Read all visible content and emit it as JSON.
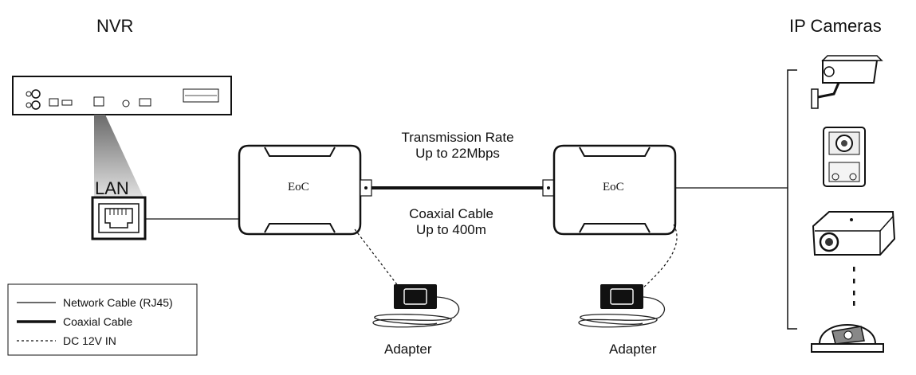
{
  "titles": {
    "nvr": "NVR",
    "cameras": "IP Cameras"
  },
  "lan_label": "LAN",
  "eoc": {
    "left": "EoC",
    "right": "EoC"
  },
  "transmission": {
    "line1": "Transmission Rate",
    "line2": "Up to 22Mbps"
  },
  "coax": {
    "line1": "Coaxial Cable",
    "line2": "Up to 400m"
  },
  "adapters": {
    "left": "Adapter",
    "right": "Adapter"
  },
  "legend": {
    "network": "Network Cable (RJ45)",
    "coaxial": "Coaxial Cable",
    "dc": "DC 12V IN"
  }
}
